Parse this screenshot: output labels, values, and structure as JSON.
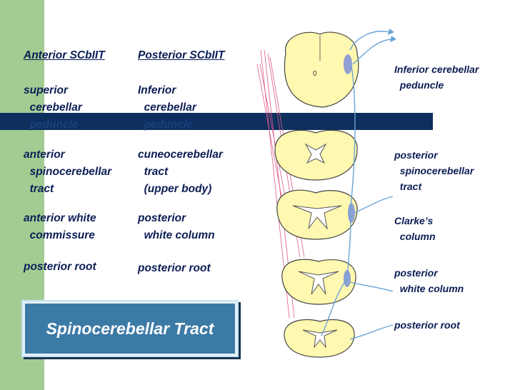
{
  "left_col": {
    "header": "Anterior SCbIIT",
    "items": [
      [
        "superior",
        "  cerebellar"
      ],
      [
        "  peduncle"
      ],
      [
        "anterior",
        "  spinocerebellar",
        "  tract"
      ],
      [
        "anterior white",
        "  commissure"
      ],
      [
        "posterior root"
      ]
    ]
  },
  "mid_col": {
    "header": "Posterior SCbIIT",
    "items": [
      [
        "Inferior",
        "  cerebellar"
      ],
      [
        "  peduncle"
      ],
      [
        "cuneocerebellar",
        "  tract",
        "  (upper body)"
      ],
      [
        "posterior",
        "  white column"
      ],
      [
        "posterior root"
      ]
    ]
  },
  "right_col": {
    "items": [
      [
        "Inferior cerebellar",
        "  peduncle"
      ],
      [
        "posterior",
        "  spinocerebellar",
        "  tract"
      ],
      [
        "Clarke’s",
        "  column"
      ],
      [
        "posterior",
        "  white column"
      ],
      [
        "posterior root"
      ]
    ]
  },
  "title": "Spinocerebellar Tract",
  "colors": {
    "green": "#a3cc93",
    "navy": "#0d2f5e",
    "text": "#0b1d55",
    "section_fill": "#fff8b0",
    "title_box": "#3c7aa6"
  }
}
